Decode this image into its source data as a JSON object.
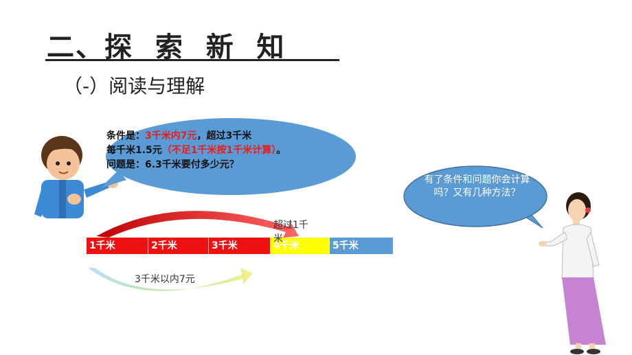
{
  "title": "二、探  索  新  知",
  "subtitle": "（-）阅读与理解",
  "left_bubble": {
    "line1_a": "条件是：",
    "line1_b": "3千米内7元",
    "line1_c": "，超过3千米",
    "line2_a": "每千米1.5元",
    "line2_b": "（不足1千米按1千米计算）",
    "line2_c": "。",
    "line3": "问题是：6.3千米要付多少元？"
  },
  "right_bubble": {
    "text": "有了条件和问题你会计算吗？又有几种方法？"
  },
  "bar": {
    "segments": [
      "1千米",
      "2千米",
      "3千米",
      "4千米",
      "5千米"
    ]
  },
  "over_label": "超过1千米",
  "within_label": "3千米以内7元",
  "colors": {
    "red": "#ee1111",
    "yellow": "#ffff00",
    "blue": "#5b9bd5",
    "bubble": "#5b9bd5"
  }
}
